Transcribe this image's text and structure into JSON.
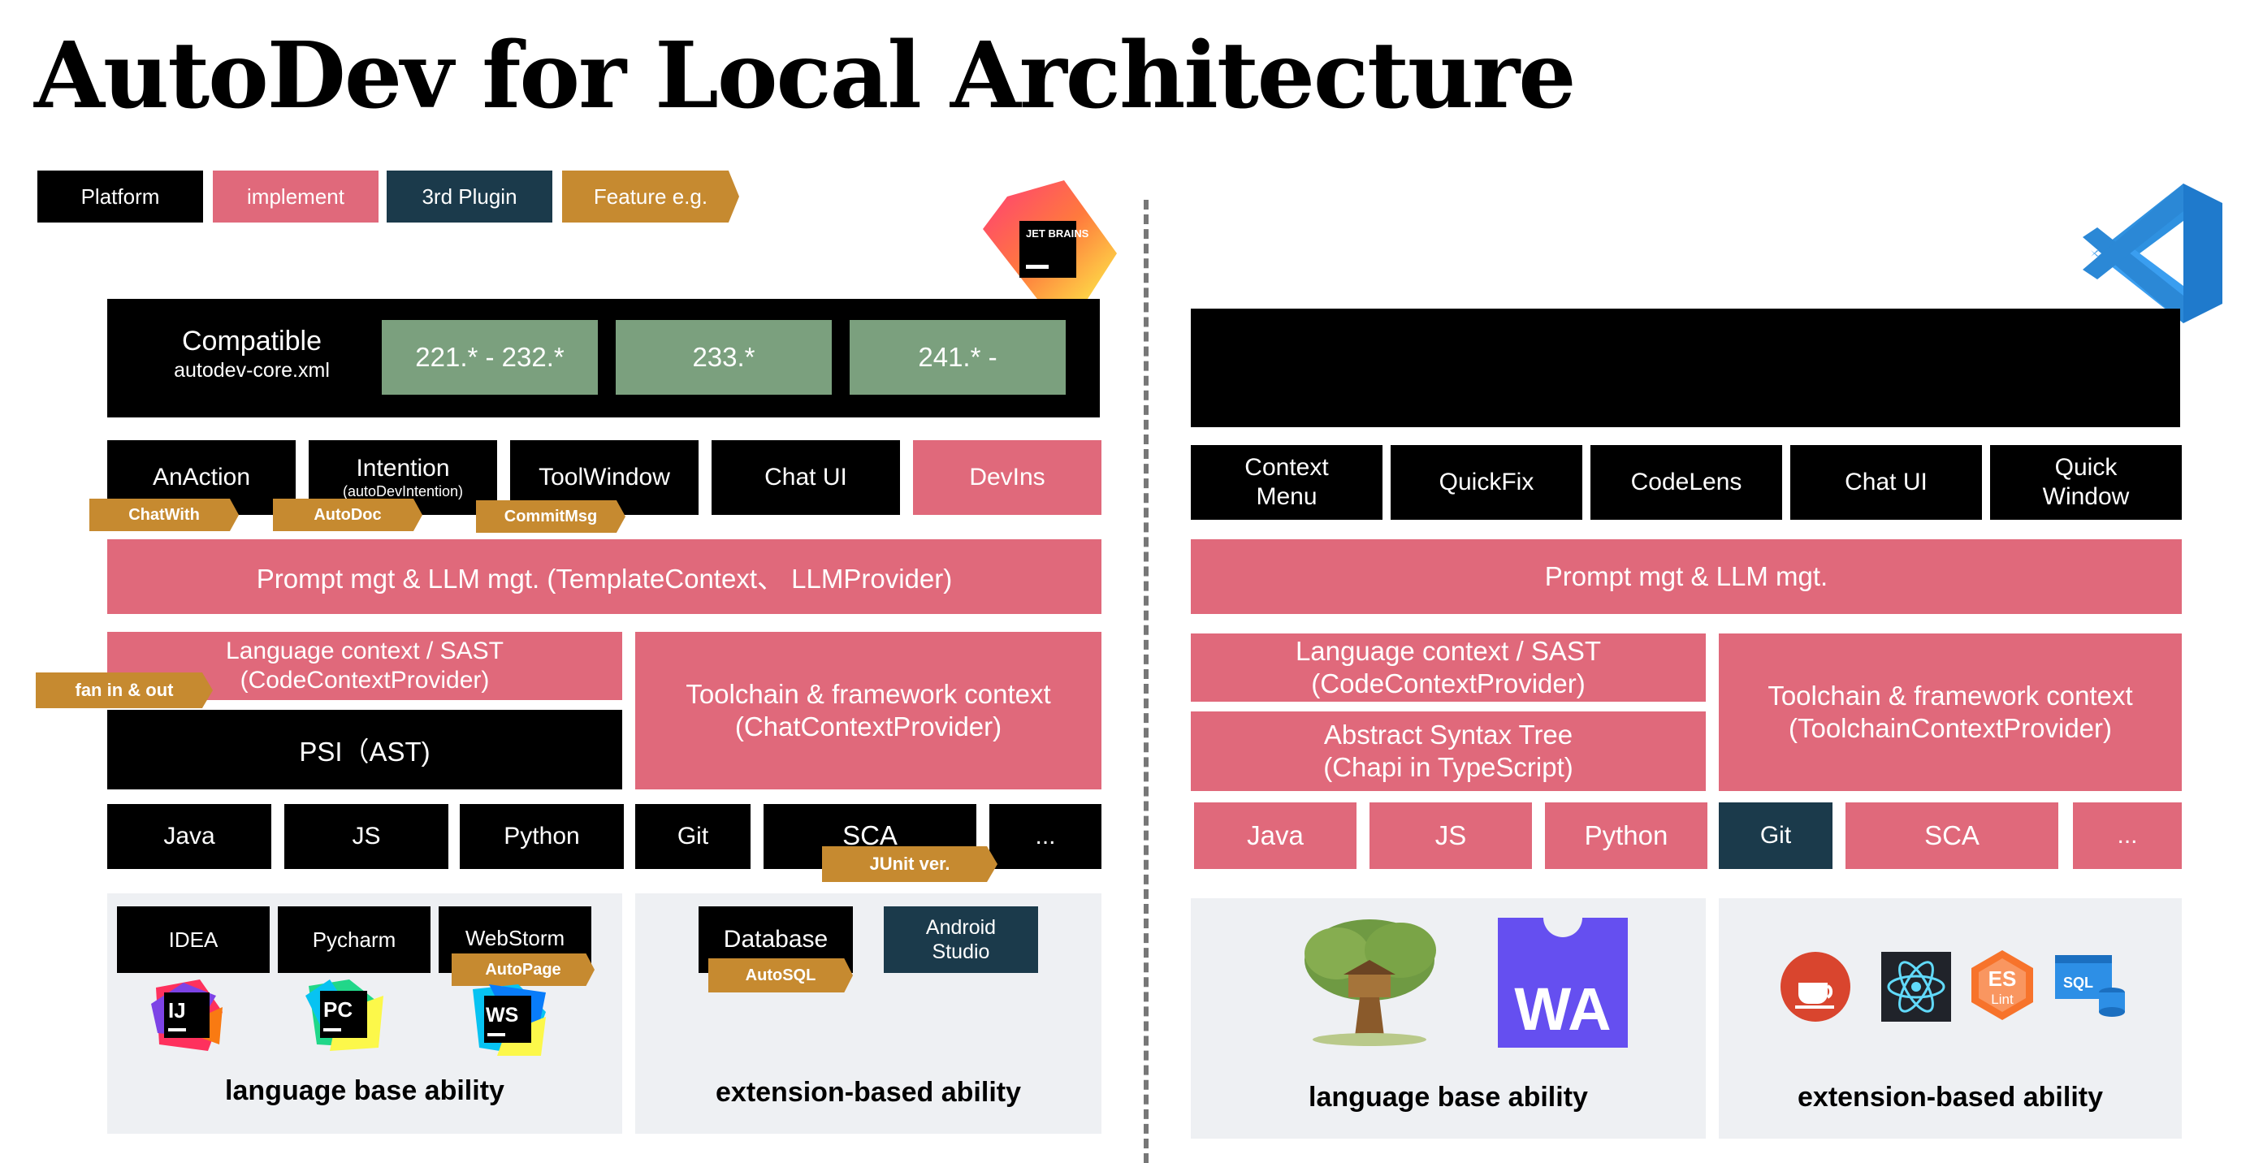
{
  "title": "AutoDev for Local Architecture",
  "legend": [
    {
      "label": "Platform",
      "color": "#000000"
    },
    {
      "label": "implement",
      "color": "#e0697b"
    },
    {
      "label": "3rd Plugin",
      "color": "#1b3a4b"
    },
    {
      "label": "Feature e.g.",
      "color": "#c68a30"
    }
  ],
  "left": {
    "logo_text": "JET BRAINS",
    "compatible": {
      "title": "Compatible",
      "file": "autodev-core.xml",
      "versions": [
        "221.* - 232.*",
        "233.*",
        "241.* -"
      ]
    },
    "ui": {
      "anaction": "AnAction",
      "intention": "Intention",
      "intention_sub": "(autoDevIntention)",
      "toolwindow": "ToolWindow",
      "chatui": "Chat UI",
      "devins": "DevIns"
    },
    "tags": {
      "chatwith": "ChatWith",
      "autodoc": "AutoDoc",
      "commitmsg": "CommitMsg",
      "fan": "fan in & out",
      "junit": "JUnit ver.",
      "autopage": "AutoPage",
      "autosql": "AutoSQL"
    },
    "prompt": "Prompt mgt &  LLM mgt. (TemplateContext、 LLMProvider)",
    "lang_ctx": {
      "line1": "Language context / SAST",
      "line2": "(CodeContextProvider)"
    },
    "psi": "PSI（AST)",
    "toolchain": {
      "line1": "Toolchain & framework context",
      "line2": "(ChatContextProvider)"
    },
    "langs": [
      "Java",
      "JS",
      "Python",
      "Git",
      "SCA",
      "..."
    ],
    "ides": [
      "IDEA",
      "Pycharm",
      "WebStorm"
    ],
    "ide_icons": [
      "IJ",
      "PC",
      "WS"
    ],
    "ext": {
      "database": "Database",
      "android_line1": "Android",
      "android_line2": "Studio"
    },
    "lang_base": "language base ability",
    "ext_base": "extension-based ability"
  },
  "right": {
    "ui": {
      "context_line1": "Context",
      "context_line2": "Menu",
      "quickfix": "QuickFix",
      "codelens": "CodeLens",
      "chatui": "Chat UI",
      "quick_line1": "Quick",
      "quick_line2": "Window"
    },
    "prompt": "Prompt mgt &  LLM mgt.",
    "lang_ctx": {
      "line1": "Language context / SAST",
      "line2": "(CodeContextProvider)"
    },
    "ast": {
      "line1": "Abstract Syntax Tree",
      "line2": "(Chapi in TypeScript)"
    },
    "toolchain": {
      "line1": "Toolchain & framework context",
      "line2": "(ToolchainContextProvider)"
    },
    "langs": [
      "Java",
      "JS",
      "Python",
      "Git",
      "SCA",
      "..."
    ],
    "wa_text": "WA",
    "eslint_line1": "ES",
    "eslint_line2": "Lint",
    "sql_text": "SQL",
    "lang_base": "language base ability",
    "ext_base": "extension-based ability"
  }
}
